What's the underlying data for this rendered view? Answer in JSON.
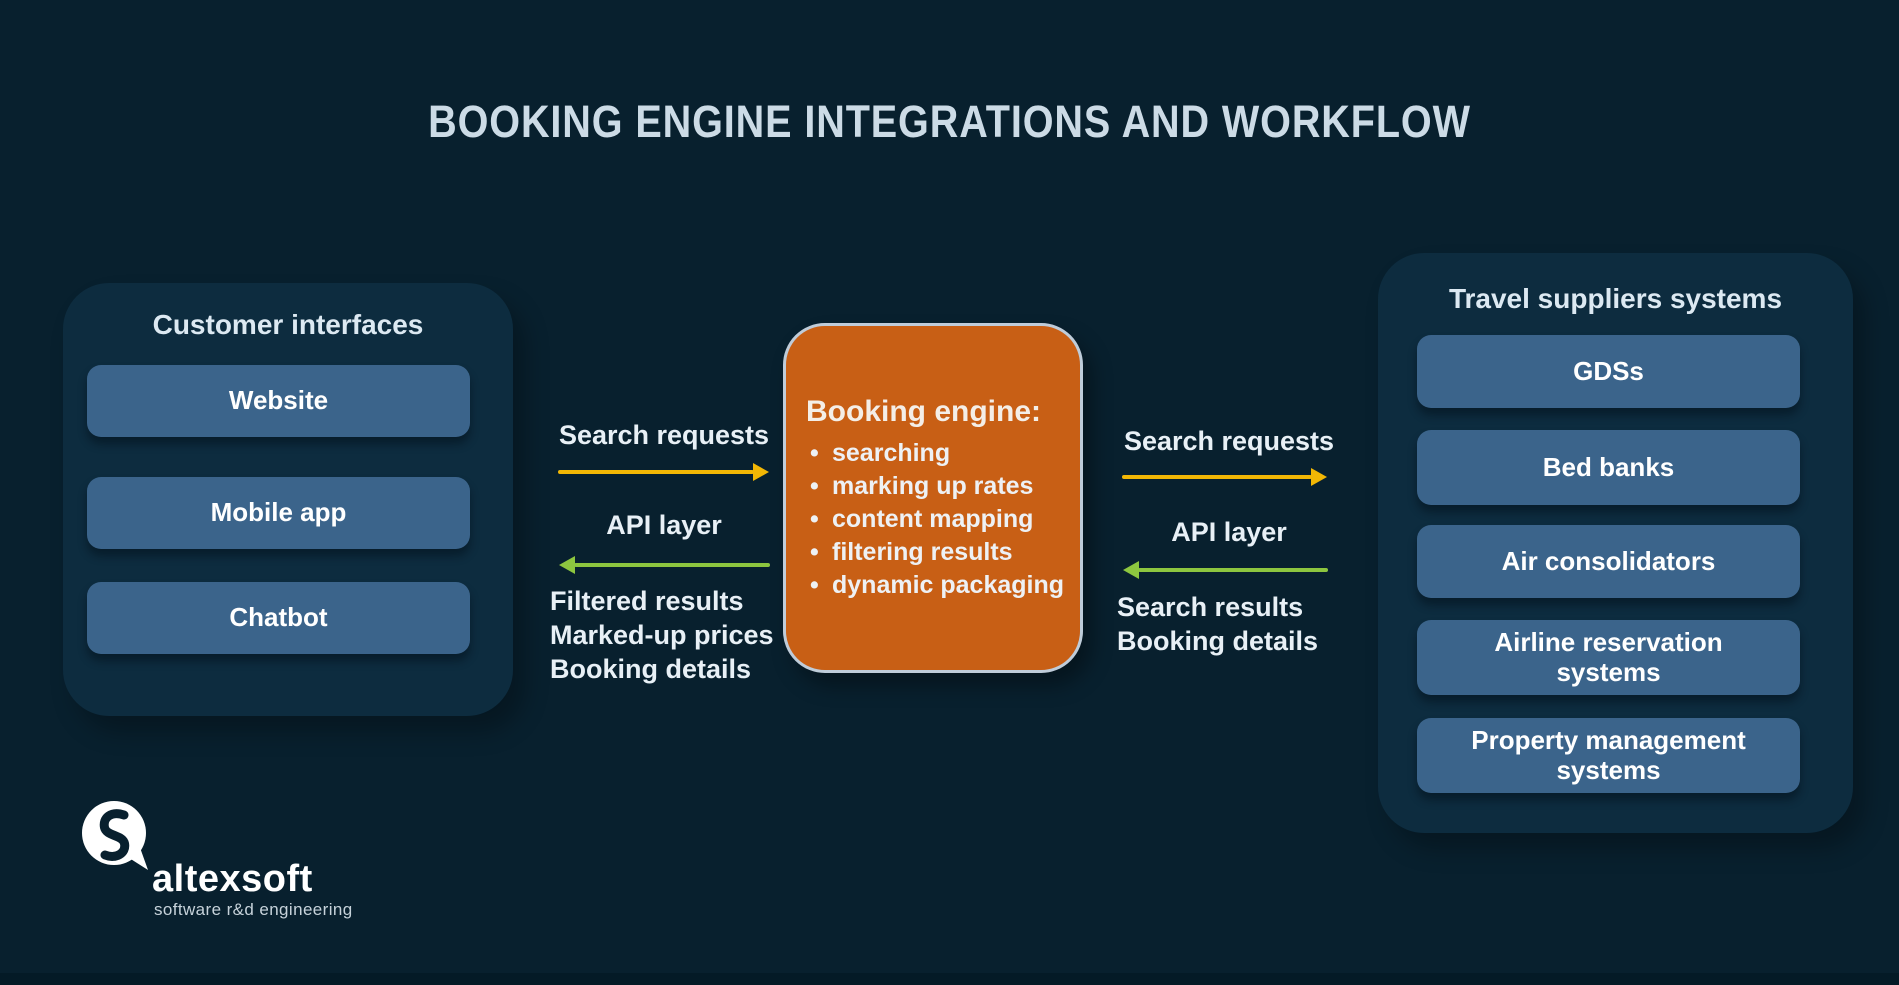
{
  "title": "BOOKING ENGINE INTEGRATIONS AND WORKFLOW",
  "colors": {
    "background": "#08202e",
    "panel": "#0d2c3f",
    "node": "#3b648b",
    "node_text": "#ffffff",
    "heading_text": "#dce9f2",
    "title_text": "#ccdbe6",
    "orange": "#c85f15",
    "orange_border": "#bfccd9",
    "engine_text": "#f4eee7",
    "arrow_yellow": "#f2b705",
    "arrow_green": "#8dc63f",
    "flow_text": "#e8f0f6",
    "logo_text": "#ffffff",
    "tagline_text": "#c6d2da",
    "bottom_strip": "#041a26"
  },
  "customer_interfaces": {
    "heading": "Customer interfaces",
    "items": [
      "Website",
      "Mobile app",
      "Chatbot"
    ]
  },
  "booking_engine": {
    "heading": "Booking engine:",
    "bullets": [
      "searching",
      "marking up rates",
      "content mapping",
      "filtering results",
      "dynamic packaging"
    ],
    "bullet_glyph": "•"
  },
  "left_flow": {
    "request_label": "Search requests",
    "api_label": "API layer",
    "response_lines": [
      "Filtered results",
      "Marked-up prices",
      "Booking details"
    ]
  },
  "right_flow": {
    "request_label": "Search requests",
    "api_label": "API layer",
    "response_lines": [
      "Search results",
      "Booking details"
    ]
  },
  "travel_suppliers": {
    "heading": "Travel suppliers systems",
    "items": [
      "GDSs",
      "Bed banks",
      "Air consolidators",
      "Airline reservation systems",
      "Property management systems"
    ]
  },
  "logo": {
    "wordmark": "altexsoft",
    "tagline": "software r&d engineering"
  }
}
